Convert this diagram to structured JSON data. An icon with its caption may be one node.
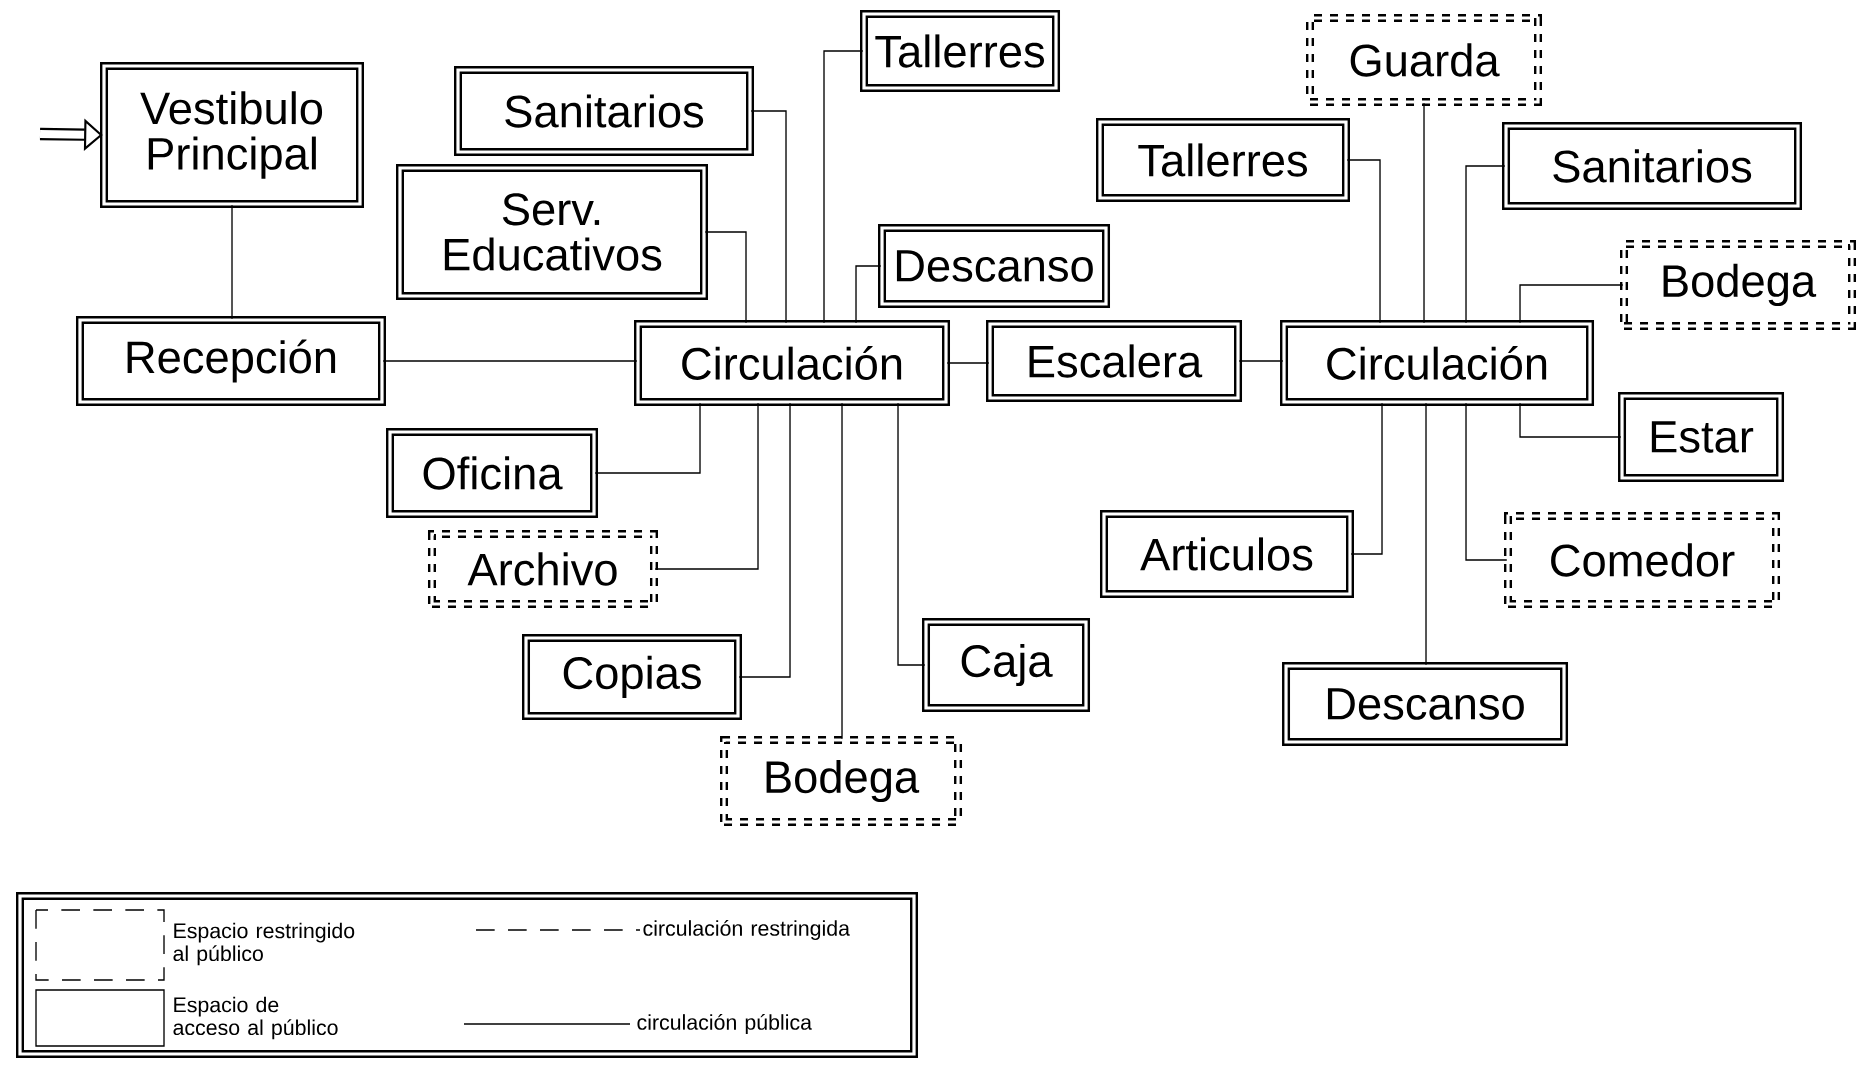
{
  "diagram": {
    "nodes": [
      {
        "text": [
          "Vestibulo Principal"
        ]
      },
      {
        "text": [
          "Recepción"
        ]
      },
      {
        "text": [
          "Sanitarios"
        ]
      },
      {
        "text": [
          "Serv. Educativos"
        ]
      },
      {
        "text": [
          "Tallerres"
        ]
      },
      {
        "text": [
          "Descanso"
        ]
      },
      {
        "text": [
          "Circulación"
        ]
      },
      {
        "text": [
          "Oficina"
        ]
      },
      {
        "text": [
          "Archivo"
        ]
      },
      {
        "text": [
          "Copias"
        ]
      },
      {
        "text": [
          "Caja"
        ]
      },
      {
        "text": [
          "Bodega"
        ]
      },
      {
        "text": [
          "Escalera"
        ]
      },
      {
        "text": [
          "Guarda"
        ]
      },
      {
        "text": [
          "Tallerres"
        ]
      },
      {
        "text": [
          "Sanitarios"
        ]
      },
      {
        "text": [
          "Bodega"
        ]
      },
      {
        "text": [
          "Circulación"
        ]
      },
      {
        "text": [
          "Estar"
        ]
      },
      {
        "text": [
          "Articulos"
        ]
      },
      {
        "text": [
          "Comedor"
        ]
      },
      {
        "text": [
          "Descanso"
        ]
      }
    ],
    "edges": [
      {
        "from": null,
        "to": 0,
        "arrow": "to",
        "style": "thick"
      },
      {
        "from": 0,
        "to": 1,
        "arrow": "none"
      },
      {
        "from": 1,
        "to": 6,
        "arrow": "none"
      },
      {
        "from": 6,
        "to": 2,
        "arrow": "none"
      },
      {
        "from": 6,
        "to": 3,
        "arrow": "none"
      },
      {
        "from": 6,
        "to": 4,
        "arrow": "none"
      },
      {
        "from": 6,
        "to": 5,
        "arrow": "none"
      },
      {
        "from": 6,
        "to": 7,
        "arrow": "none"
      },
      {
        "from": 6,
        "to": 8,
        "arrow": "none"
      },
      {
        "from": 6,
        "to": 9,
        "arrow": "none"
      },
      {
        "from": 6,
        "to": 11,
        "arrow": "none"
      },
      {
        "from": 6,
        "to": 10,
        "arrow": "none"
      },
      {
        "from": 6,
        "to": 12,
        "arrow": "none"
      },
      {
        "from": 12,
        "to": 17,
        "arrow": "none"
      },
      {
        "from": 17,
        "to": 13,
        "arrow": "none"
      },
      {
        "from": 17,
        "to": 14,
        "arrow": "none"
      },
      {
        "from": 17,
        "to": 15,
        "arrow": "none"
      },
      {
        "from": 17,
        "to": 16,
        "arrow": "none"
      },
      {
        "from": 17,
        "to": 18,
        "arrow": "none"
      },
      {
        "from": 17,
        "to": 19,
        "arrow": "none"
      },
      {
        "from": 17,
        "to": 20,
        "arrow": "none"
      },
      {
        "from": 17,
        "to": 21,
        "arrow": "none"
      }
    ],
    "legend": [
      {
        "text": "Espacio restringido al público"
      },
      {
        "text": "circulación restringida"
      },
      {
        "text": "Espacio de acceso al público"
      },
      {
        "text": "circulación pública"
      }
    ]
  }
}
